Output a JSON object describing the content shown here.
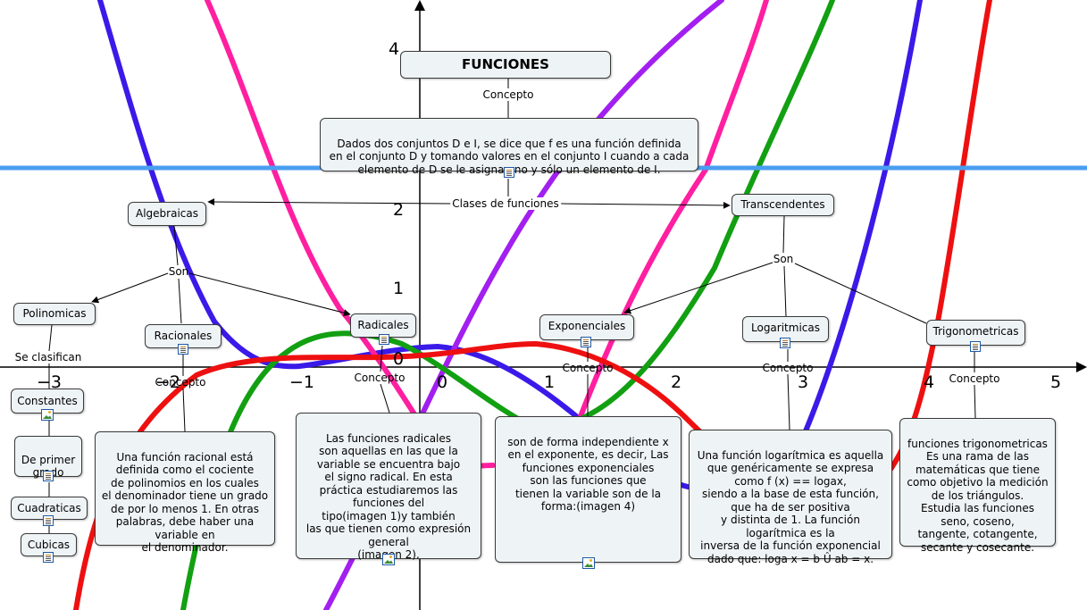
{
  "title": "FUNCIONES",
  "link_labels": {
    "concepto_top": "Concepto",
    "clases": "Clases de funciones",
    "son_left": "Son",
    "son_right": "Son",
    "se_clasifican": "Se clasifican",
    "concepto_racionales": "Concepto",
    "concepto_radicales": "Concepto",
    "concepto_exponenciales": "Concepto",
    "concepto_logaritmicas": "Concepto",
    "concepto_trigonometricas": "Concepto"
  },
  "definition": "Dados dos conjuntos D e I, se dice que f es una función definida\nen el conjunto D y tomando valores en el conjunto I cuando a cada\nelemento de D se le asigna uno y sólo un elemento de I.",
  "classes": {
    "algebraicas": "Algebraicas",
    "transcendentes": "Transcendentes"
  },
  "algebraic_types": {
    "polinomicas": "Polinomicas",
    "racionales": "Racionales",
    "radicales": "Radicales"
  },
  "transcendent_types": {
    "exponenciales": "Exponenciales",
    "logaritmicas": "Logaritmicas",
    "trigonometricas": "Trigonometricas"
  },
  "polynomial_types": [
    "Constantes",
    "De primer\ngrado",
    "Cuadraticas",
    "Cubicas"
  ],
  "descriptions": {
    "racionales": "Una función racional está\ndefinida como el cociente\nde polinomios en los cuales\nel denominador tiene un grado\nde por lo menos 1. En otras\npalabras, debe haber una\nvariable en\nel denominador.",
    "radicales": "Las funciones radicales\nson aquellas en las que la\nvariable se encuentra bajo\nel signo radical. En esta\npráctica estudiaremos las\nfunciones del\ntipo(imagen 1)y también\nlas que tienen como expresión\ngeneral\n(imagen 2).",
    "exponenciales": "son de forma independiente   x\nen el exponente, es decir, Las\nfunciones exponenciales\nson las funciones que\ntienen la variable son de la\nforma:(imagen 4)",
    "logaritmicas": "Una función logarítmica es aquella\nque genéricamente se expresa\ncomo f (x) == logax,\nsiendo a la base de esta función,\nque ha de ser positiva\ny distinta de 1. La función\nlogarítmica es la\ninversa de la función exponencial\ndado que: loga x = b Û ab = x.",
    "trigonometricas": "funciones trigonometricas\nEs una rama de las\nmatemáticas que tiene\ncomo objetivo la medición\nde los triángulos.\nEstudia las funciones\nseno, coseno,\ntangente, cotangente,\nsecante y cosecante."
  },
  "axis_ticks": {
    "x": [
      "−3",
      "−2",
      "−1",
      "0",
      "1",
      "2",
      "3",
      "4",
      "5"
    ],
    "y": [
      "4",
      "2",
      "1",
      "0"
    ]
  },
  "curve_colors": {
    "blue": "#3a1ae8",
    "pink": "#ff1fa0",
    "purple": "#a21ff0",
    "green": "#12a012",
    "red": "#ee1010",
    "horizontal_line": "#4a9ef0"
  }
}
